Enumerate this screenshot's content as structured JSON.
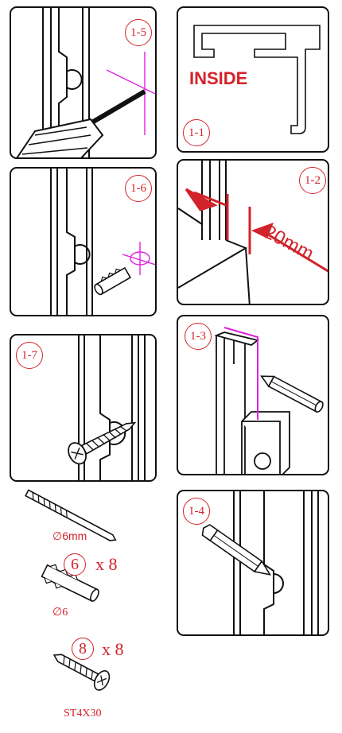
{
  "steps": {
    "s1_1": {
      "label": "1-1",
      "text": "INSIDE"
    },
    "s1_2": {
      "label": "1-2",
      "measure": "20mm"
    },
    "s1_3": {
      "label": "1-3"
    },
    "s1_4": {
      "label": "1-4"
    },
    "s1_5": {
      "label": "1-5"
    },
    "s1_6": {
      "label": "1-6"
    },
    "s1_7": {
      "label": "1-7"
    }
  },
  "parts": {
    "drill": {
      "size": "∅6mm"
    },
    "anchor": {
      "number": "6",
      "qty": "x  8",
      "size": "∅6"
    },
    "screw": {
      "number": "8",
      "qty": "x  8",
      "name": "ST4X30"
    }
  },
  "colors": {
    "accent_red": "#d2232a",
    "guide_magenta": "#e020e0",
    "line": "#111111"
  }
}
